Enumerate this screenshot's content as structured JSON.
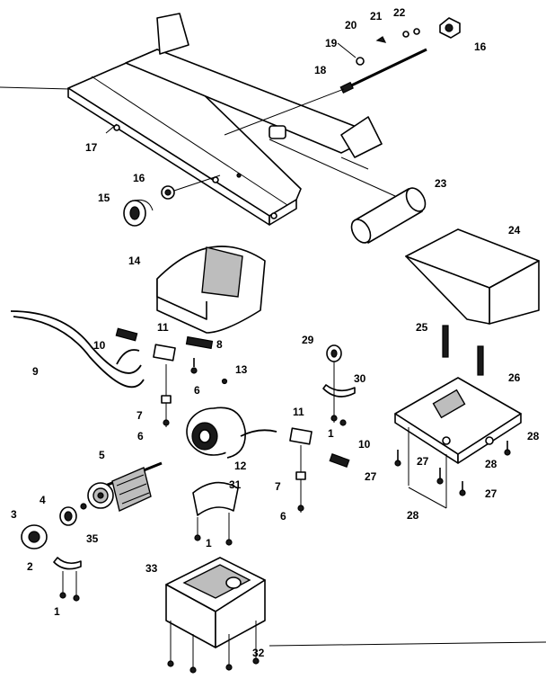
{
  "callouts": {
    "c1a": "1",
    "c1b": "1",
    "c1c": "1",
    "c2": "2",
    "c3": "3",
    "c4": "4",
    "c5": "5",
    "c6a": "6",
    "c6b": "6",
    "c6c": "6",
    "c7a": "7",
    "c7b": "7",
    "c8": "8",
    "c9": "9",
    "c10a": "10",
    "c10b": "10",
    "c11a": "11",
    "c11b": "11",
    "c12": "12",
    "c13": "13",
    "c14": "14",
    "c15": "15",
    "c16a": "16",
    "c16b": "16",
    "c17": "17",
    "c18": "18",
    "c19": "19",
    "c20": "20",
    "c21": "21",
    "c22": "22",
    "c23": "23",
    "c24": "24",
    "c25": "25",
    "c26": "26",
    "c27a": "27",
    "c27b": "27",
    "c27c": "27",
    "c28a": "28",
    "c28b": "28",
    "c28c": "28",
    "c29": "29",
    "c30": "30",
    "c31": "31",
    "c32": "32",
    "c33": "33",
    "c35": "35"
  }
}
